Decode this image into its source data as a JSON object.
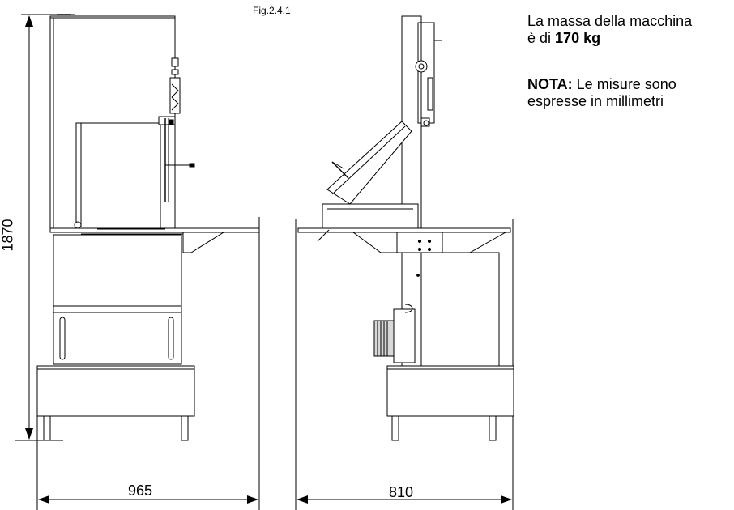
{
  "figure": {
    "label": "Fig.2.4.1"
  },
  "note": {
    "mass_line1": "La massa della macchina",
    "mass_prefix": "è di",
    "mass_value": "170 kg",
    "nota_label": "NOTA:",
    "nota_line1": "Le misure sono",
    "nota_line2": "espresse in millimetri"
  },
  "dimensions": {
    "height": "1870",
    "front_width": "965",
    "side_width": "810"
  }
}
